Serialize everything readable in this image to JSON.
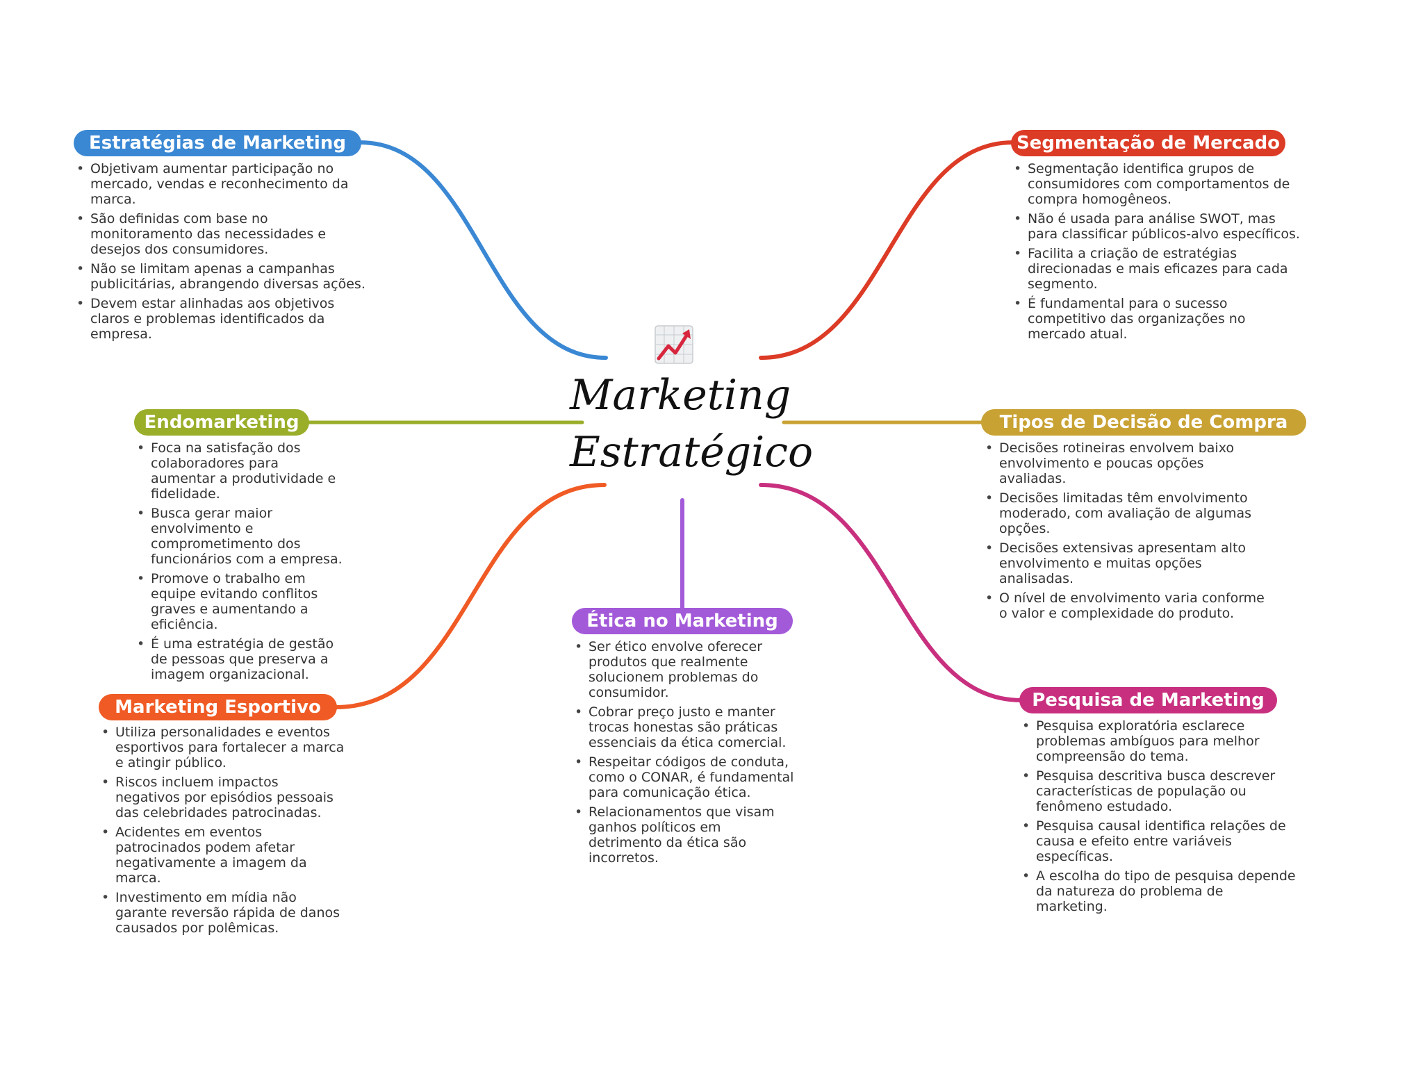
{
  "center": {
    "title": "Marketing\nEstratégico",
    "icon": "chart-increasing-icon"
  },
  "topics": [
    {
      "id": "estrategias",
      "color": "#3a88d4",
      "title": "Estratégias de Marketing",
      "bullets": [
        "Objetivam aumentar participação no mercado, vendas e reconhecimento da marca.",
        "São definidas com base no monitoramento das necessidades e desejos dos consumidores.",
        "Não se limitam apenas a campanhas publicitárias, abrangendo diversas ações.",
        "Devem estar alinhadas aos objetivos claros e problemas identificados da empresa."
      ]
    },
    {
      "id": "segmentacao",
      "color": "#dc3b26",
      "title": "Segmentação de Mercado",
      "bullets": [
        "Segmentação identifica grupos de consumidores com comportamentos de compra homogêneos.",
        "Não é usada para análise SWOT, mas para classificar públicos-alvo específicos.",
        "Facilita a criação de estratégias direcionadas e mais eficazes para cada segmento.",
        "É fundamental para o sucesso competitivo das organizações no mercado atual."
      ]
    },
    {
      "id": "endomarketing",
      "color": "#9aae2a",
      "title": "Endomarketing",
      "bullets": [
        "Foca na satisfação dos colaboradores para aumentar a produtividade e fidelidade.",
        "Busca gerar maior envolvimento e comprometimento dos funcionários com a empresa.",
        "Promove o trabalho em equipe evitando conflitos graves e aumentando a eficiência.",
        "É uma estratégia de gestão de pessoas que preserva a imagem organizacional."
      ]
    },
    {
      "id": "tipos",
      "color": "#c9a234",
      "title": "Tipos de Decisão de Compra",
      "bullets": [
        "Decisões rotineiras envolvem baixo envolvimento e poucas opções avaliadas.",
        "Decisões limitadas têm envolvimento moderado, com avaliação de algumas opções.",
        "Decisões extensivas apresentam alto envolvimento e muitas opções analisadas.",
        "O nível de envolvimento varia conforme o valor e complexidade do produto."
      ]
    },
    {
      "id": "etica",
      "color": "#a35ad9",
      "title": "Ética no Marketing",
      "bullets": [
        "Ser ético envolve oferecer produtos que realmente solucionem problemas do consumidor.",
        "Cobrar preço justo e manter trocas honestas são práticas essenciais da ética comercial.",
        "Respeitar códigos de conduta, como o CONAR, é fundamental para comunicação ética.",
        "Relacionamentos que visam ganhos políticos em detrimento da ética são incorretos."
      ]
    },
    {
      "id": "esportivo",
      "color": "#f05a24",
      "title": "Marketing Esportivo",
      "bullets": [
        "Utiliza personalidades e eventos esportivos para fortalecer a marca e atingir público.",
        "Riscos incluem impactos negativos por episódios pessoais das celebridades patrocinadas.",
        "Acidentes em eventos patrocinados podem afetar negativamente a imagem da marca.",
        "Investimento em mídia não garante reversão rápida de danos causados por polêmicas."
      ]
    },
    {
      "id": "pesquisa",
      "color": "#c8307f",
      "title": "Pesquisa de Marketing",
      "bullets": [
        "Pesquisa exploratória esclarece problemas ambíguos para melhor compreensão do tema.",
        "Pesquisa descritiva busca descrever características de população ou fenômeno estudado.",
        "Pesquisa causal identifica relações de causa e efeito entre variáveis específicas.",
        "A escolha do tipo de pesquisa depende da natureza do problema de marketing."
      ]
    }
  ]
}
